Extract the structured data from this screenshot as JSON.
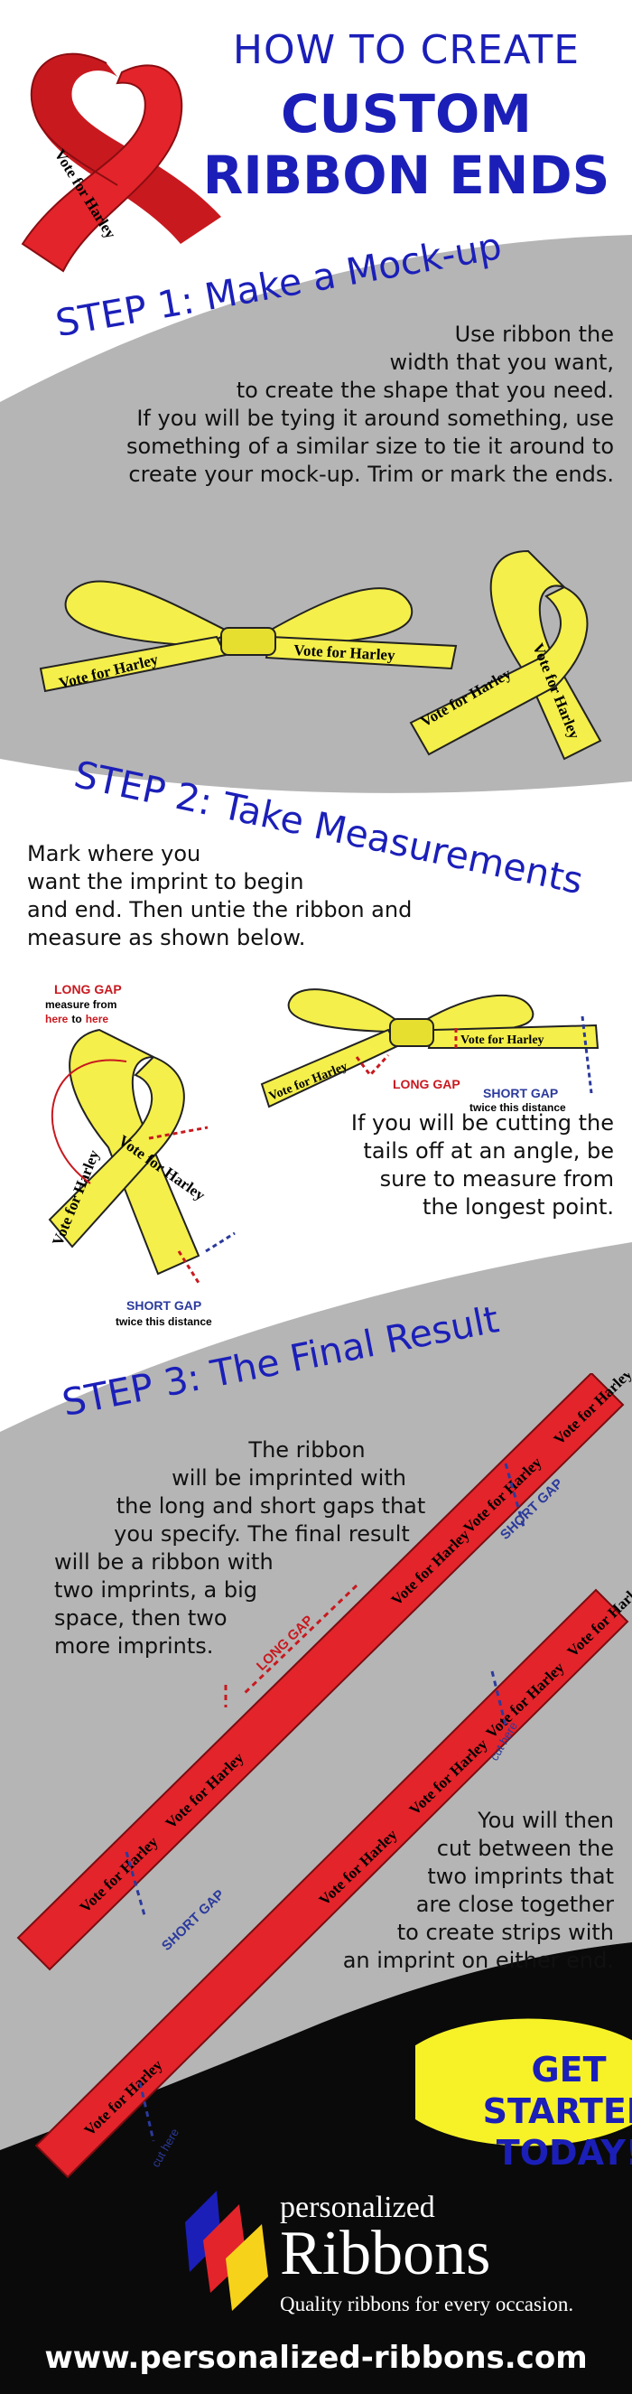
{
  "colors": {
    "title": "#1b1fb8",
    "ribbon_red": "#e3242b",
    "ribbon_yellow": "#f4ef4a",
    "panel_gray": "#b5b5b5",
    "footer": "#111111",
    "cta_yellow": "#f7f228"
  },
  "header": {
    "line1": "HOW TO CREATE",
    "line2a": "CUSTOM",
    "line2b": "RIBBON ENDS",
    "ribbon_text": "Vote for Harley"
  },
  "step1": {
    "title": "STEP 1: Make a Mock-up",
    "lines": [
      "Use ribbon the",
      "width that you want,",
      "to create the shape that you need.",
      "If you will be tying it around something, use",
      "something of a similar size to tie it around to",
      "create your mock-up. Trim or mark the ends."
    ],
    "bow_text": "Vote for Harley",
    "loop_text": "Vote for Harley"
  },
  "step2": {
    "title": "STEP 2: Take Measurements",
    "intro": [
      "Mark where you",
      "want the imprint to begin",
      "and end. Then untie the ribbon and",
      "measure as shown below."
    ],
    "angle": [
      "If you will be cutting the",
      "tails off at an angle, be",
      "sure to measure from",
      "the longest point."
    ],
    "long_gap": "LONG GAP",
    "measure_from": "measure from",
    "here1": "here",
    "to": "to",
    "here2": "here",
    "short_gap": "SHORT GAP",
    "twice": "twice this distance",
    "ribbon_text": "Vote for Harley"
  },
  "step3": {
    "title": "STEP 3: The Final Result",
    "lines": [
      "The ribbon",
      "will be imprinted with",
      "the long and short gaps that",
      "you specify. The final result",
      "will be a ribbon with",
      "two imprints, a big",
      "space, then two",
      "more imprints."
    ],
    "lines2": [
      "You will then",
      "cut between the",
      "two imprints that",
      "are close together",
      "to create strips with",
      "an imprint on either end."
    ],
    "long_gap": "LONG GAP",
    "short_gap": "SHORT GAP",
    "cut_here": "cut here",
    "ribbon_text": "Vote for Harley"
  },
  "cta": {
    "line1": "GET STARTED",
    "line2": "TODAY!"
  },
  "brand": {
    "top": "personalized",
    "main": "Ribbons",
    "tagline": "Quality ribbons for every occasion."
  },
  "footer": {
    "url": "www.personalized-ribbons.com"
  }
}
